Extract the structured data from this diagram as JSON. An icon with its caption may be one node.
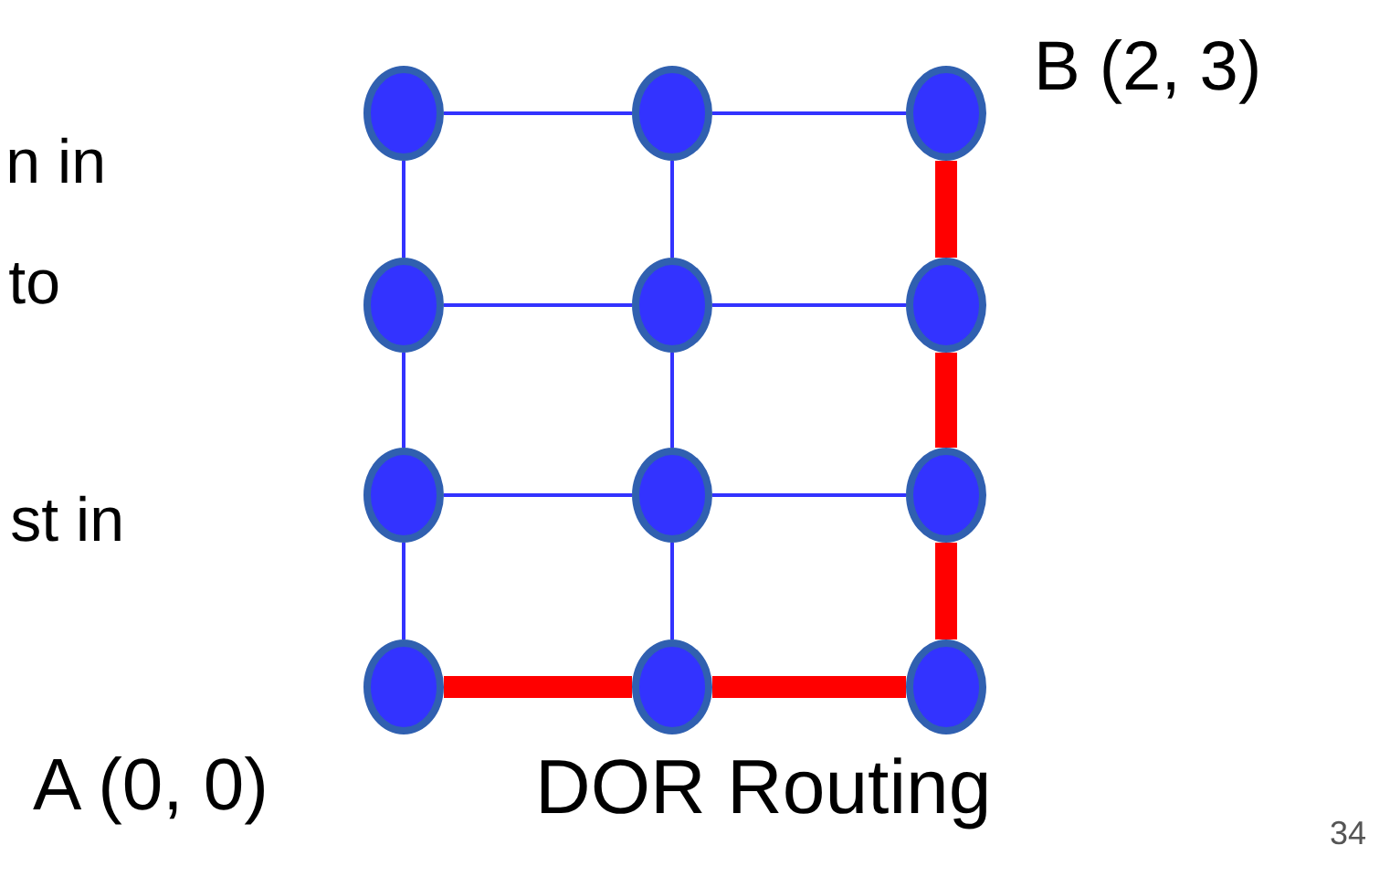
{
  "diagram": {
    "caption": "DOR Routing",
    "nodes": [
      {
        "text": [],
        "shape": "circle"
      },
      {
        "text": [],
        "shape": "circle"
      },
      {
        "text": [],
        "shape": "circle",
        "beside": [
          "B (2, 3)"
        ]
      },
      {
        "text": [],
        "shape": "circle"
      },
      {
        "text": [],
        "shape": "circle"
      },
      {
        "text": [],
        "shape": "circle"
      },
      {
        "text": [],
        "shape": "circle"
      },
      {
        "text": [],
        "shape": "circle"
      },
      {
        "text": [],
        "shape": "circle"
      },
      {
        "text": [],
        "shape": "circle",
        "beside": [
          "A (0, 0)"
        ]
      },
      {
        "text": [],
        "shape": "circle"
      },
      {
        "text": [],
        "shape": "circle"
      }
    ],
    "edges": [
      {
        "from": 0,
        "to": 1,
        "arrow": "none"
      },
      {
        "from": 1,
        "to": 2,
        "arrow": "none"
      },
      {
        "from": 3,
        "to": 4,
        "arrow": "none"
      },
      {
        "from": 4,
        "to": 5,
        "arrow": "none"
      },
      {
        "from": 6,
        "to": 7,
        "arrow": "none"
      },
      {
        "from": 7,
        "to": 8,
        "arrow": "none"
      },
      {
        "from": 0,
        "to": 3,
        "arrow": "none"
      },
      {
        "from": 3,
        "to": 6,
        "arrow": "none"
      },
      {
        "from": 6,
        "to": 9,
        "arrow": "none"
      },
      {
        "from": 1,
        "to": 4,
        "arrow": "none"
      },
      {
        "from": 4,
        "to": 7,
        "arrow": "none"
      },
      {
        "from": 7,
        "to": 10,
        "arrow": "none"
      },
      {
        "from": 9,
        "to": 10,
        "arrow": "none",
        "style": "thick",
        "color": "#ff0000"
      },
      {
        "from": 10,
        "to": 11,
        "arrow": "none",
        "style": "thick",
        "color": "#ff0000"
      },
      {
        "from": 11,
        "to": 8,
        "arrow": "none",
        "style": "thick",
        "color": "#ff0000"
      },
      {
        "from": 8,
        "to": 5,
        "arrow": "none",
        "style": "thick",
        "color": "#ff0000"
      },
      {
        "from": 5,
        "to": 2,
        "arrow": "none",
        "style": "thick",
        "color": "#ff0000"
      }
    ],
    "labels": [
      "n in",
      "to",
      "st in",
      "34"
    ]
  }
}
